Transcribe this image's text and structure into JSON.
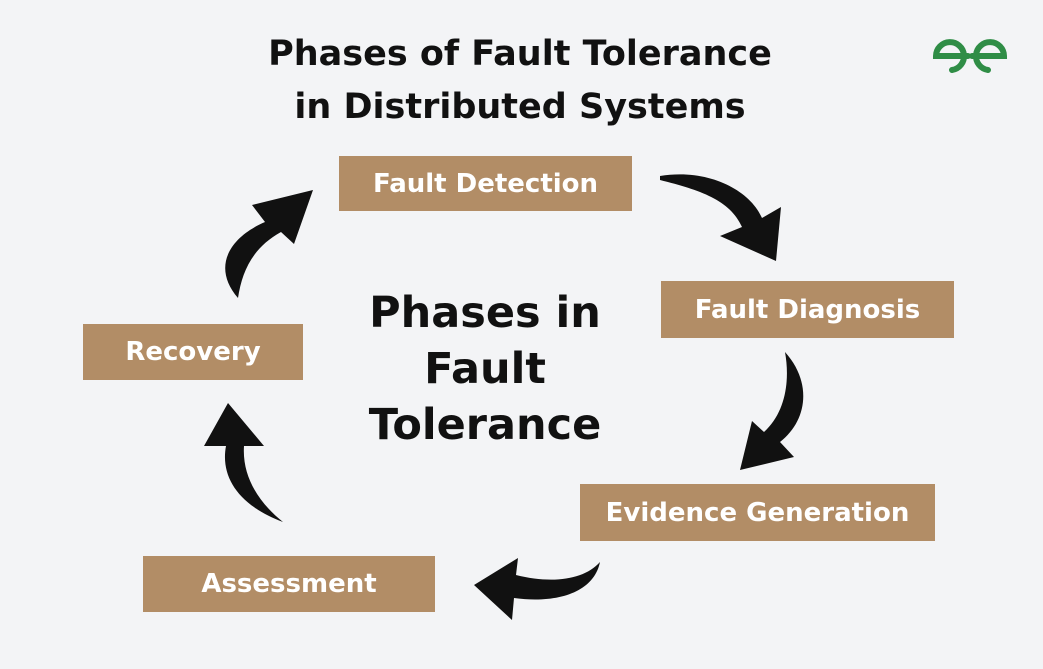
{
  "title": {
    "line1": "Phases of Fault Tolerance",
    "line2": "in Distributed Systems"
  },
  "center": {
    "line1": "Phases in",
    "line2": "Fault",
    "line3": "Tolerance"
  },
  "phases": [
    {
      "label": "Fault Detection"
    },
    {
      "label": "Fault Diagnosis"
    },
    {
      "label": "Evidence Generation"
    },
    {
      "label": "Assessment"
    },
    {
      "label": "Recovery"
    }
  ],
  "colors": {
    "background": "#f3f4f6",
    "box_fill": "#b28d66",
    "box_text": "#ffffff",
    "arrow": "#111111",
    "logo": "#2f8d46"
  },
  "logo": {
    "icon": "gfg-logo-icon"
  }
}
